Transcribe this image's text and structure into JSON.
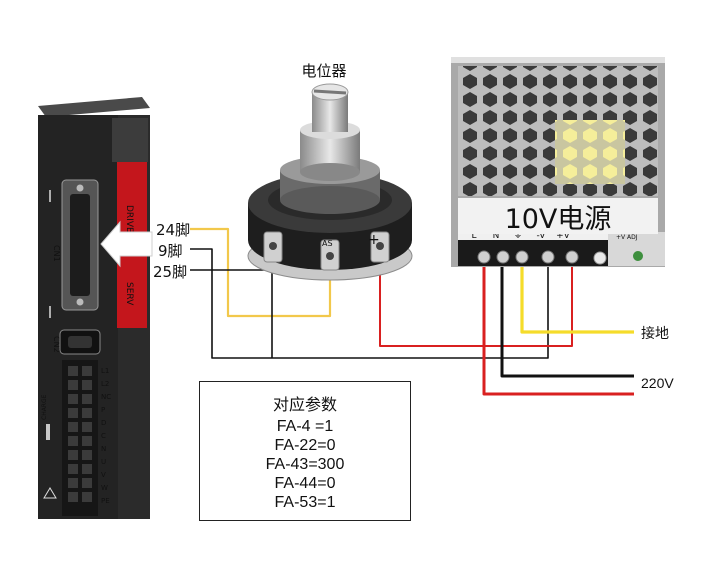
{
  "potentiometer": {
    "label": "电位器",
    "pin_center_label": "AS",
    "pin_plus_label": "+"
  },
  "drive": {
    "connector_label": "CN1",
    "connector2_label": "CN2",
    "side_text_top": "DRIVE",
    "side_text_bottom": "SERV",
    "charge_label": "CHARGE",
    "terminal_labels": [
      "L1",
      "L2",
      "NC",
      "P",
      "D",
      "C",
      "N",
      "U",
      "V",
      "W",
      "PE"
    ]
  },
  "pins": {
    "pin24": "24脚",
    "pin9": "9脚",
    "pin25": "25脚"
  },
  "power_supply": {
    "title": "10V电源",
    "terminals": [
      "L",
      "N",
      "⏚",
      "-V",
      "+V"
    ],
    "adj_label": "+V ADJ"
  },
  "labels": {
    "ground": "接地",
    "ac": "220V"
  },
  "params": {
    "title": "对应参数",
    "lines": [
      "FA-4 =1",
      "FA-22=0",
      "FA-43=300",
      "FA-44=0",
      "FA-53=1"
    ]
  },
  "colors": {
    "wire_yellow": "#f2c84b",
    "wire_red": "#d92020",
    "wire_black": "#111111",
    "drive_red": "#c4161c"
  }
}
